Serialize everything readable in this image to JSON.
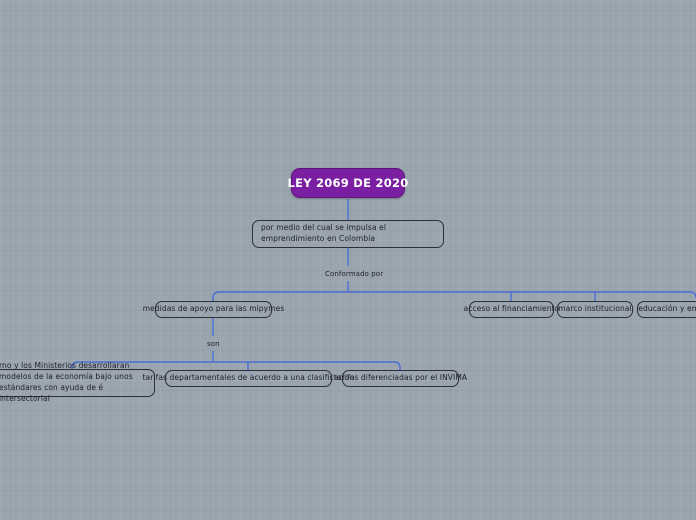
{
  "canvas": {
    "background_color": "#9aa5b0",
    "connector_color": "#4a6fd4",
    "node_border_color": "#2e2e36"
  },
  "root": {
    "label": "LEY 2069 DE 2020",
    "color": "#7B1FA2",
    "text_color": "#ffffff"
  },
  "subtitle": {
    "label": "por medio del cual se impulsa el emprendimiento en Colombia"
  },
  "edge_labels": {
    "conformado_por": "Conformado por",
    "son": "son"
  },
  "branches": [
    {
      "label": "medidas de apoyo para las mipymes"
    },
    {
      "label": "acceso al financiamiento"
    },
    {
      "label": "marco institucional"
    },
    {
      "label": "educación y empre"
    }
  ],
  "leaves": [
    {
      "label": "rno y los Ministerios desarrollaran modelos de  la economía bajo unos estándares con ayuda de é intersectorial"
    },
    {
      "label": "tarifas departamentales de acuerdo a una clasificacion"
    },
    {
      "label": "tarifas diferenciadas por el INVIMA"
    }
  ]
}
